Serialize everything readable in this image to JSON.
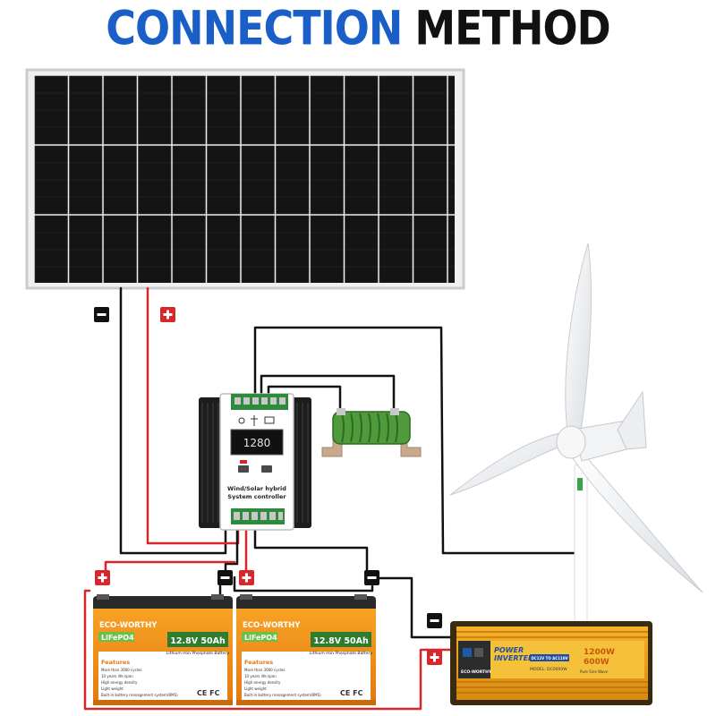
{
  "title": {
    "word1": "CONNECTION",
    "word2": "METHOD"
  },
  "colors": {
    "title_blue": "#1a5fc8",
    "wire_red": "#d8262b",
    "wire_black": "#111111",
    "battery_orange": "#f08a16",
    "inverter_orange": "#f2a21a"
  },
  "icons": {
    "minus": "minus-sign-icon",
    "plus": "plus-sign-icon"
  },
  "controller": {
    "display_value": "1280",
    "caption_line1": "Wind/Solar hybrid",
    "caption_line2": "System controller"
  },
  "batteries": [
    {
      "brand": "ECO-WORTHY",
      "chemistry": "LiFePO4",
      "rating": "12.8V 50Ah",
      "subtitle": "Lithium Iron Phosphate Battery",
      "features_title": "Features",
      "features": [
        "More than 3000 cycles",
        "10 years life span",
        "High energy density",
        "Light weight",
        "Built-in battery management system(BMS)"
      ],
      "marks": "CE FC"
    },
    {
      "brand": "ECO-WORTHY",
      "chemistry": "LiFePO4",
      "rating": "12.8V 50Ah",
      "subtitle": "Lithium Iron Phosphate Battery",
      "features_title": "Features",
      "features": [
        "More than 3000 cycles",
        "10 years life span",
        "High energy density",
        "Light weight",
        "Built-in battery management system(BMS)"
      ],
      "marks": "CE FC"
    }
  ],
  "inverter": {
    "title_line1": "POWER",
    "title_line2": "INVERTER",
    "badge": "DC12V TO AC110V",
    "model": "MODEL: DC0000W",
    "power_line1": "1200W",
    "power_line2": "600W",
    "footer": "Pure Sine Wave",
    "brand": "ECO-WORTHY"
  }
}
